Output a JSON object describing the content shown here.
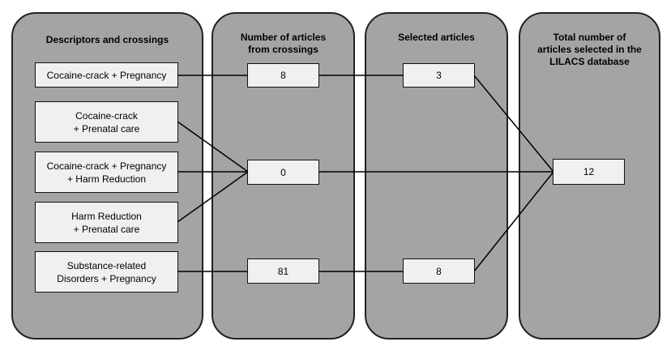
{
  "columns": {
    "descriptors": "Descriptors and crossings",
    "number": "Number of articles\nfrom crossings",
    "selected": "Selected articles",
    "total": "Total number of\narticles selected in the\nLILACS database"
  },
  "descriptors": [
    "Cocaine-crack + Pregnancy",
    "Cocaine-crack\n+ Prenatal care",
    "Cocaine-crack + Pregnancy\n+ Harm Reduction",
    "Harm Reduction\n+ Prenatal care",
    "Substance-related\nDisorders + Pregnancy"
  ],
  "counts": [
    "8",
    "0",
    "81"
  ],
  "selected": [
    "3",
    "8"
  ],
  "total": "12"
}
